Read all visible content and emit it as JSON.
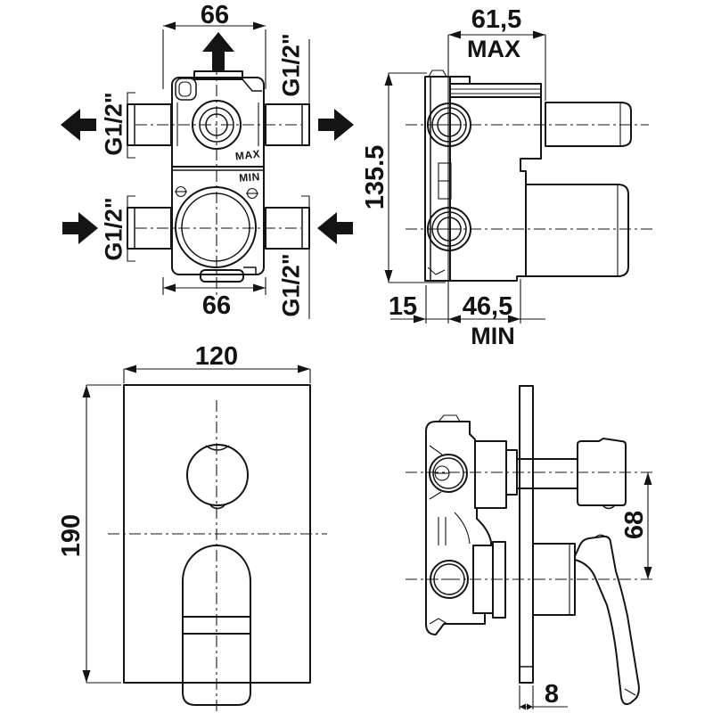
{
  "drawing_type": "technical dimension drawing - concealed shower mixer valve, 4 views",
  "colors": {
    "line": "#141414",
    "background": "#ffffff"
  },
  "views": {
    "rough_front": {
      "dim_top": "66",
      "dim_bottom": "66",
      "ports": {
        "top_right": "G1/2\"",
        "left_top": "G1/2\"",
        "left_bottom": "G1/2\"",
        "bottom_right": "G1/2\""
      },
      "cast_max": "MAX",
      "cast_min": "MIN"
    },
    "rough_side": {
      "depth_max": "61,5",
      "depth_max_label": "MAX",
      "height": "135.5",
      "wall_min": "15",
      "depth_min": "46,5",
      "depth_min_label": "MIN"
    },
    "trim_front": {
      "width": "120",
      "height": "190"
    },
    "trim_side": {
      "handle_span": "68",
      "plate_thickness": "8"
    }
  }
}
